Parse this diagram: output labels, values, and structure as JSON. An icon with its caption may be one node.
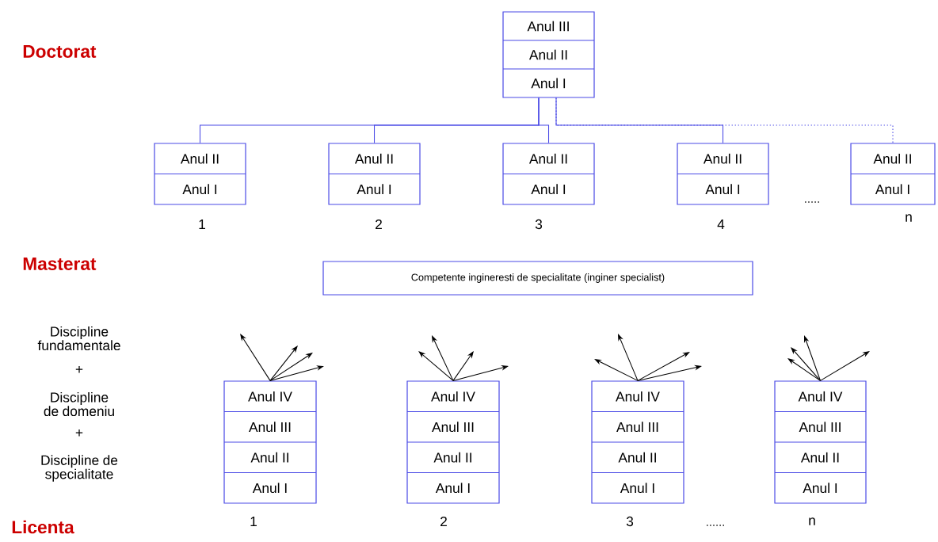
{
  "diagram": {
    "nodes": [
      {
        "text": [
          "Anul III",
          "Anul II",
          "Anul I"
        ]
      },
      {
        "text": [
          "Anul II",
          "Anul I"
        ],
        "beside": [
          "1"
        ]
      },
      {
        "text": [
          "Anul II",
          "Anul I"
        ],
        "beside": [
          "2"
        ]
      },
      {
        "text": [
          "Anul II",
          "Anul I"
        ],
        "beside": [
          "3"
        ]
      },
      {
        "text": [
          "Anul II",
          "Anul I"
        ],
        "beside": [
          "4"
        ]
      },
      {
        "text": [
          "Anul II",
          "Anul I"
        ],
        "beside": [
          "n"
        ]
      },
      {
        "text": [
          "Competente ingineresti de specialitate (inginer specialist)"
        ]
      },
      {
        "text": [
          "Anul IV",
          "Anul III",
          "Anul II",
          "Anul I"
        ],
        "beside": [
          "1"
        ]
      },
      {
        "text": [
          "Anul IV",
          "Anul III",
          "Anul II",
          "Anul I"
        ],
        "beside": [
          "2"
        ]
      },
      {
        "text": [
          "Anul IV",
          "Anul III",
          "Anul II",
          "Anul I"
        ],
        "beside": [
          "3"
        ]
      },
      {
        "text": [
          "Anul IV",
          "Anul III",
          "Anul II",
          "Anul I"
        ],
        "beside": [
          "n"
        ]
      }
    ],
    "edges": [
      {
        "from": 0,
        "to": 1,
        "arrow": "none",
        "color": "#4b4be6"
      },
      {
        "from": 0,
        "to": 2,
        "arrow": "none",
        "color": "#4b4be6"
      },
      {
        "from": 0,
        "to": 3,
        "arrow": "none",
        "color": "#4b4be6"
      },
      {
        "from": 0,
        "to": 4,
        "arrow": "none",
        "color": "#4b4be6"
      },
      {
        "from": 0,
        "to": 5,
        "arrow": "none",
        "color": "#4b4be6",
        "style": "dashed"
      },
      {
        "from": 7,
        "to": null,
        "arrow": "to"
      },
      {
        "from": 7,
        "to": null,
        "arrow": "to"
      },
      {
        "from": 7,
        "to": null,
        "arrow": "to"
      },
      {
        "from": 7,
        "to": null,
        "arrow": "to"
      },
      {
        "from": 8,
        "to": null,
        "arrow": "to"
      },
      {
        "from": 8,
        "to": null,
        "arrow": "to"
      },
      {
        "from": 8,
        "to": null,
        "arrow": "to"
      },
      {
        "from": 8,
        "to": null,
        "arrow": "to"
      },
      {
        "from": 9,
        "to": null,
        "arrow": "to"
      },
      {
        "from": 9,
        "to": null,
        "arrow": "to"
      },
      {
        "from": 9,
        "to": null,
        "arrow": "to"
      },
      {
        "from": 9,
        "to": null,
        "arrow": "to"
      },
      {
        "from": 10,
        "to": null,
        "arrow": "to"
      },
      {
        "from": 10,
        "to": null,
        "arrow": "to"
      },
      {
        "from": 10,
        "to": null,
        "arrow": "to"
      },
      {
        "from": 10,
        "to": null,
        "arrow": "to"
      }
    ],
    "labels": [
      "Doctorat",
      ".....",
      "Masterat",
      "Discipline fundamentale",
      "+",
      "Discipline de domeniu",
      "+",
      "Discipline de specialitate",
      "......",
      "Licenta"
    ]
  }
}
